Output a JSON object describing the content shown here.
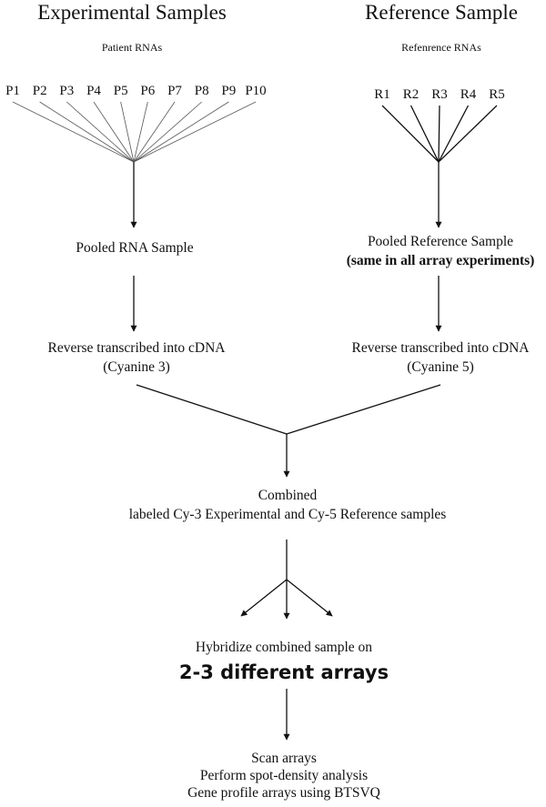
{
  "experimental": {
    "heading": "Experimental Samples",
    "subheading": "Patient RNAs",
    "samples": [
      "P1",
      "P2",
      "P3",
      "P4",
      "P5",
      "P6",
      "P7",
      "P8",
      "P9",
      "P10"
    ],
    "pooled": "Pooled RNA Sample",
    "reverse_transcribed": "Reverse transcribed into cDNA",
    "dye": "(Cyanine 3)"
  },
  "reference": {
    "heading": "Reference Sample",
    "subheading": "Refenrence RNAs",
    "samples": [
      "R1",
      "R2",
      "R3",
      "R4",
      "R5"
    ],
    "pooled": "Pooled Reference Sample",
    "pooled_note": "(same in all array experiments)",
    "reverse_transcribed": "Reverse transcribed into cDNA",
    "dye": "(Cyanine 5)"
  },
  "combined": {
    "line1": "Combined",
    "line2": "labeled Cy-3 Experimental and Cy-5 Reference samples"
  },
  "hybridize": {
    "line1": "Hybridize combined sample on",
    "line2": "2-3 different arrays"
  },
  "final": {
    "line1": "Scan arrays",
    "line2": "Perform spot-density analysis",
    "line3": "Gene profile arrays using BTSVQ"
  }
}
